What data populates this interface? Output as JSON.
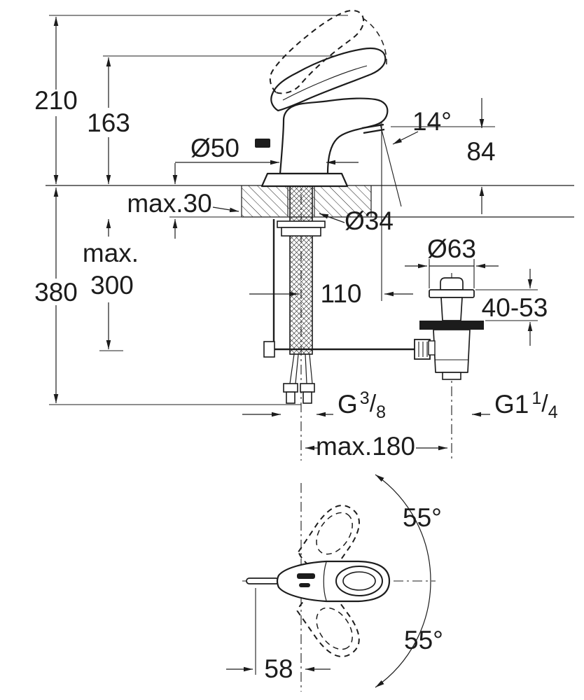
{
  "drawing": {
    "background": "#ffffff",
    "line_color": "#1c1c1c",
    "side_view": {
      "height_overall": "210",
      "height_to_lever": "163",
      "body_diameter": "Ø50",
      "spout_angle": "14°",
      "spout_height": "84",
      "deck_thickness": "max.30",
      "hole_diameter": "Ø34",
      "hose_length_line1": "max.",
      "hose_length_line2": "300",
      "depth_overall": "380",
      "spout_projection": "110",
      "waste_flange_diameter": "Ø63",
      "waste_height_range": "40-53",
      "supply_thread": {
        "prefix": "G",
        "numerator": "3",
        "slash": "/",
        "denominator": "8"
      },
      "waste_thread": {
        "prefix": "G1",
        "numerator": "1",
        "slash": "/",
        "denominator": "4"
      },
      "center_distance": "max.180"
    },
    "top_view": {
      "swivel_angle_upper": "55°",
      "swivel_angle_lower": "55°",
      "handle_offset": "58"
    }
  }
}
